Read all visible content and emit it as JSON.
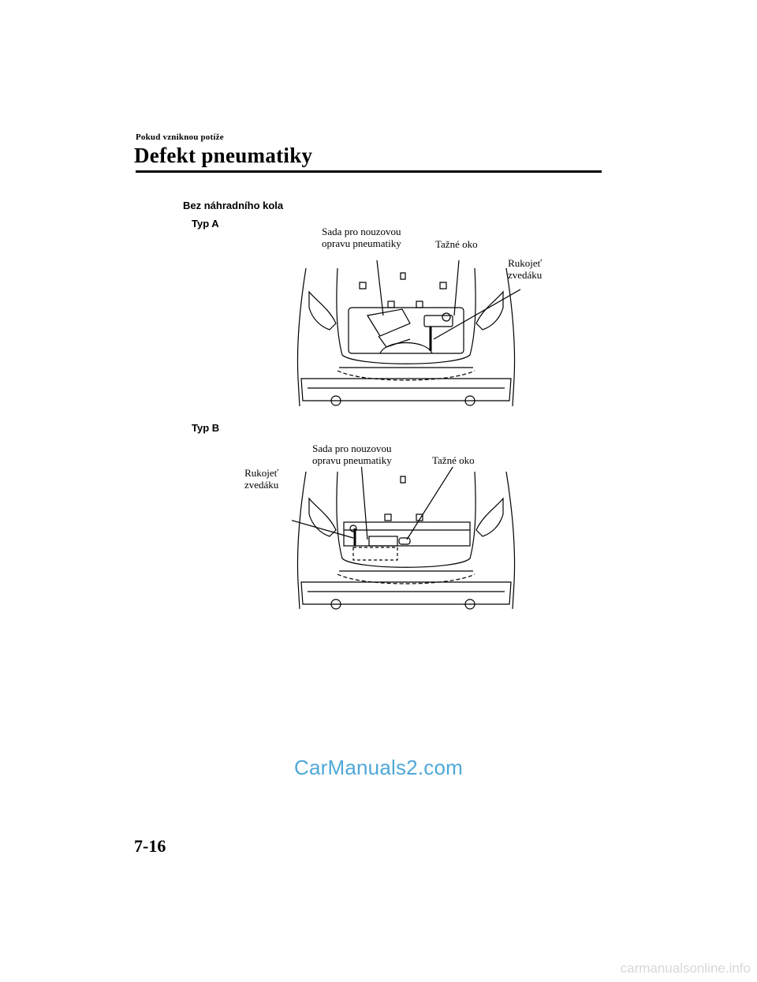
{
  "header": {
    "section": "Pokud vzniknou potíže",
    "title": "Defekt pneumatiky"
  },
  "content": {
    "subsection_heading": "Bez náhradního kola",
    "type_a": {
      "label": "Typ A",
      "callouts": {
        "repair_kit": "Sada pro nouzovou\nopravu pneumatiky",
        "towing_eye": "Tažné oko",
        "jack_handle": "Rukojeť\nzvedáku"
      }
    },
    "type_b": {
      "label": "Typ B",
      "callouts": {
        "repair_kit": "Sada pro nouzovou\nopravu pneumatiky",
        "towing_eye": "Tažné oko",
        "jack_handle": "Rukojeť\nzvedáku"
      }
    }
  },
  "watermark": "CarManuals2.com",
  "page_number": "7-16",
  "footer_link": "carmanualsonline.info"
}
